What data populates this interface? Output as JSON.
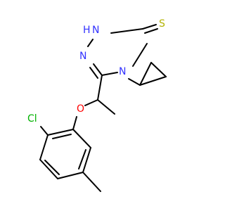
{
  "colors": {
    "background": "#ffffff",
    "bond": "#000000",
    "nitrogen": "#3333ff",
    "oxygen": "#ff0000",
    "sulfur": "#b2b200",
    "chlorine": "#00b200"
  },
  "atoms": {
    "thione_s": "S",
    "nh_h": "H",
    "nh_n": "N",
    "ring_n": "N",
    "ring_n4": "N",
    "ether_o": "O",
    "chloro": "Cl"
  }
}
